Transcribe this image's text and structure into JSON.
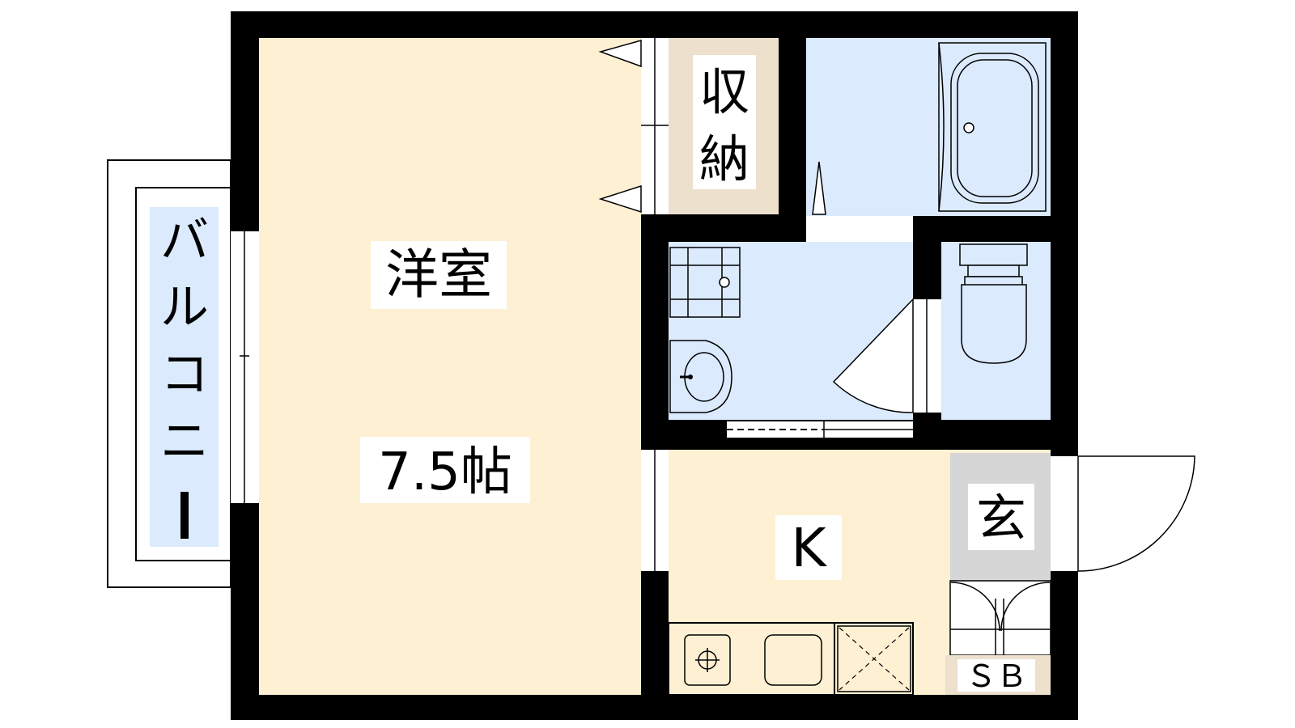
{
  "rooms": {
    "western_room": {
      "name": "洋室",
      "size": "7.5帖"
    },
    "storage": {
      "name_line1": "収",
      "name_line2": "納"
    },
    "balcony": {
      "chars": [
        "バ",
        "ル",
        "コ",
        "ニ",
        "ー"
      ]
    },
    "kitchen": {
      "name": "K"
    },
    "entrance": {
      "name": "玄"
    },
    "shoe_box": {
      "name": "ＳＢ"
    }
  },
  "colors": {
    "wall": "#000000",
    "western_floor": "#fdf0d3",
    "wet_area": "#dbeafd",
    "storage_floor": "#ede0cc",
    "entrance_floor": "#d6d6d6",
    "label_bg": "#ffffff"
  }
}
